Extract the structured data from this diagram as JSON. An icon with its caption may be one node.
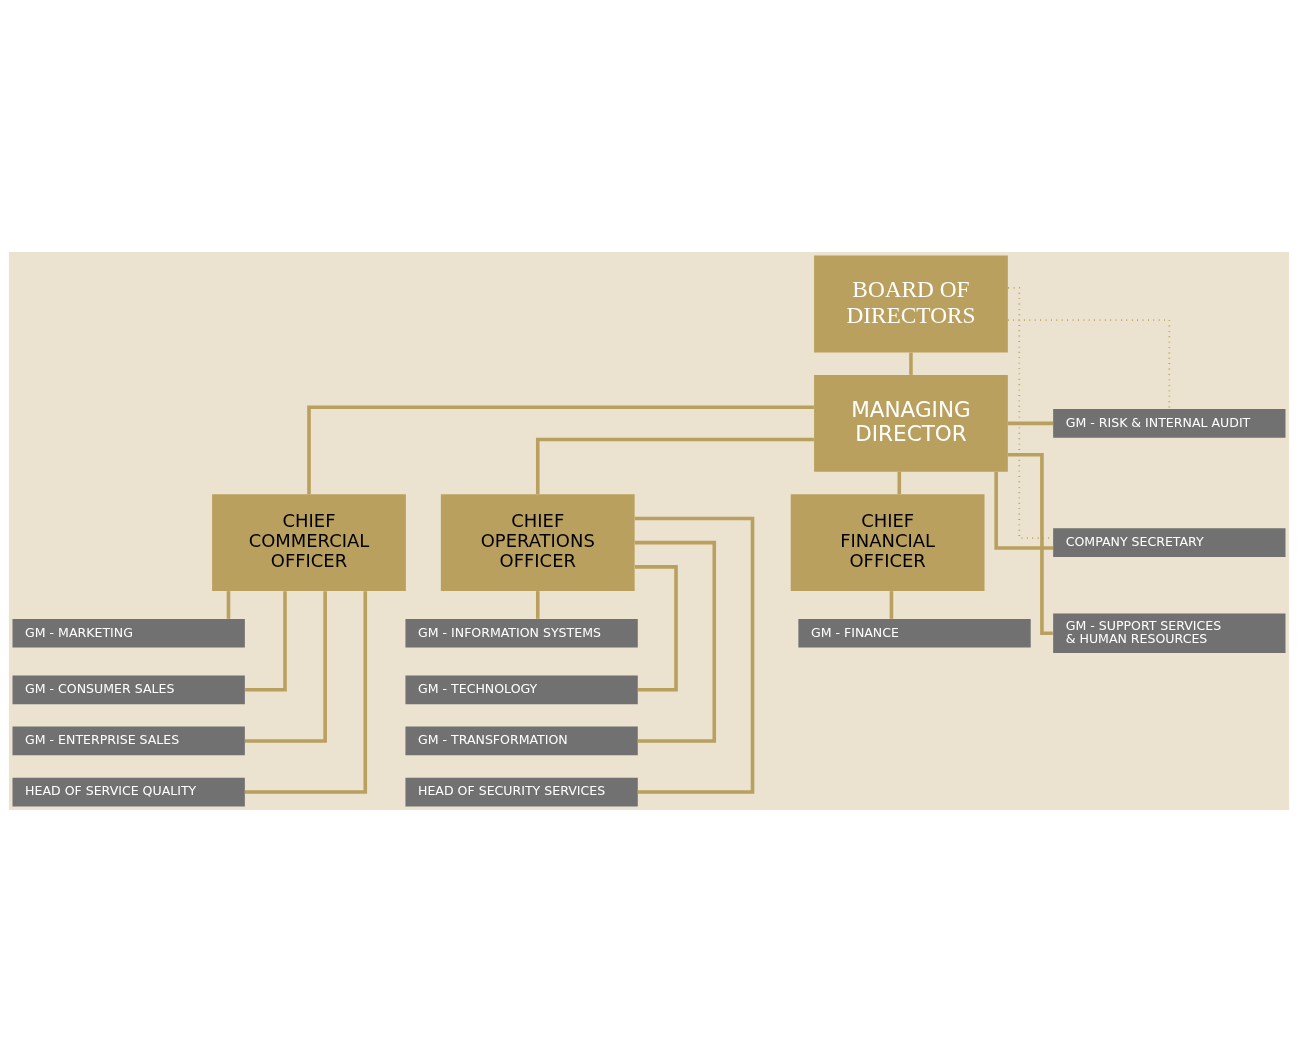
{
  "diagram": {
    "nodes": [
      {
        "text": [
          "BOARD OF DIRECTORS"
        ]
      },
      {
        "text": [
          "MANAGING DIRECTOR"
        ]
      },
      {
        "text": [
          "GM - RISK & INTERNAL AUDIT"
        ]
      },
      {
        "text": [
          "COMPANY SECRETARY"
        ]
      },
      {
        "text": [
          "GM - SUPPORT SERVICES & HUMAN RESOURCES"
        ]
      },
      {
        "text": [
          "CHIEF COMMERCIAL OFFICER"
        ]
      },
      {
        "text": [
          "CHIEF OPERATIONS OFFICER"
        ]
      },
      {
        "text": [
          "CHIEF FINANCIAL OFFICER"
        ]
      },
      {
        "text": [
          "GM - MARKETING"
        ]
      },
      {
        "text": [
          "GM - CONSUMER SALES"
        ]
      },
      {
        "text": [
          "GM - ENTERPRISE SALES"
        ]
      },
      {
        "text": [
          "HEAD OF SERVICE QUALITY"
        ]
      },
      {
        "text": [
          "GM - INFORMATION SYSTEMS"
        ]
      },
      {
        "text": [
          "GM - TECHNOLOGY"
        ]
      },
      {
        "text": [
          "GM - TRANSFORMATION"
        ]
      },
      {
        "text": [
          "HEAD OF SECURITY SERVICES"
        ]
      },
      {
        "text": [
          "GM - FINANCE"
        ]
      }
    ],
    "edges": [
      {
        "from": 0,
        "to": 1,
        "arrow": "none"
      },
      {
        "from": 0,
        "to": 2,
        "arrow": "none",
        "style": "dashed"
      },
      {
        "from": 0,
        "to": 3,
        "arrow": "none",
        "style": "dashed"
      },
      {
        "from": 1,
        "to": 2,
        "arrow": "none"
      },
      {
        "from": 1,
        "to": 3,
        "arrow": "none"
      },
      {
        "from": 1,
        "to": 4,
        "arrow": "none"
      },
      {
        "from": 1,
        "to": 5,
        "arrow": "none"
      },
      {
        "from": 1,
        "to": 6,
        "arrow": "none"
      },
      {
        "from": 1,
        "to": 7,
        "arrow": "none"
      },
      {
        "from": 5,
        "to": 8,
        "arrow": "none"
      },
      {
        "from": 5,
        "to": 9,
        "arrow": "none"
      },
      {
        "from": 5,
        "to": 10,
        "arrow": "none"
      },
      {
        "from": 5,
        "to": 11,
        "arrow": "none"
      },
      {
        "from": 6,
        "to": 12,
        "arrow": "none"
      },
      {
        "from": 6,
        "to": 13,
        "arrow": "none"
      },
      {
        "from": 6,
        "to": 14,
        "arrow": "none"
      },
      {
        "from": 6,
        "to": 15,
        "arrow": "none"
      },
      {
        "from": 7,
        "to": 16,
        "arrow": "none"
      }
    ]
  }
}
